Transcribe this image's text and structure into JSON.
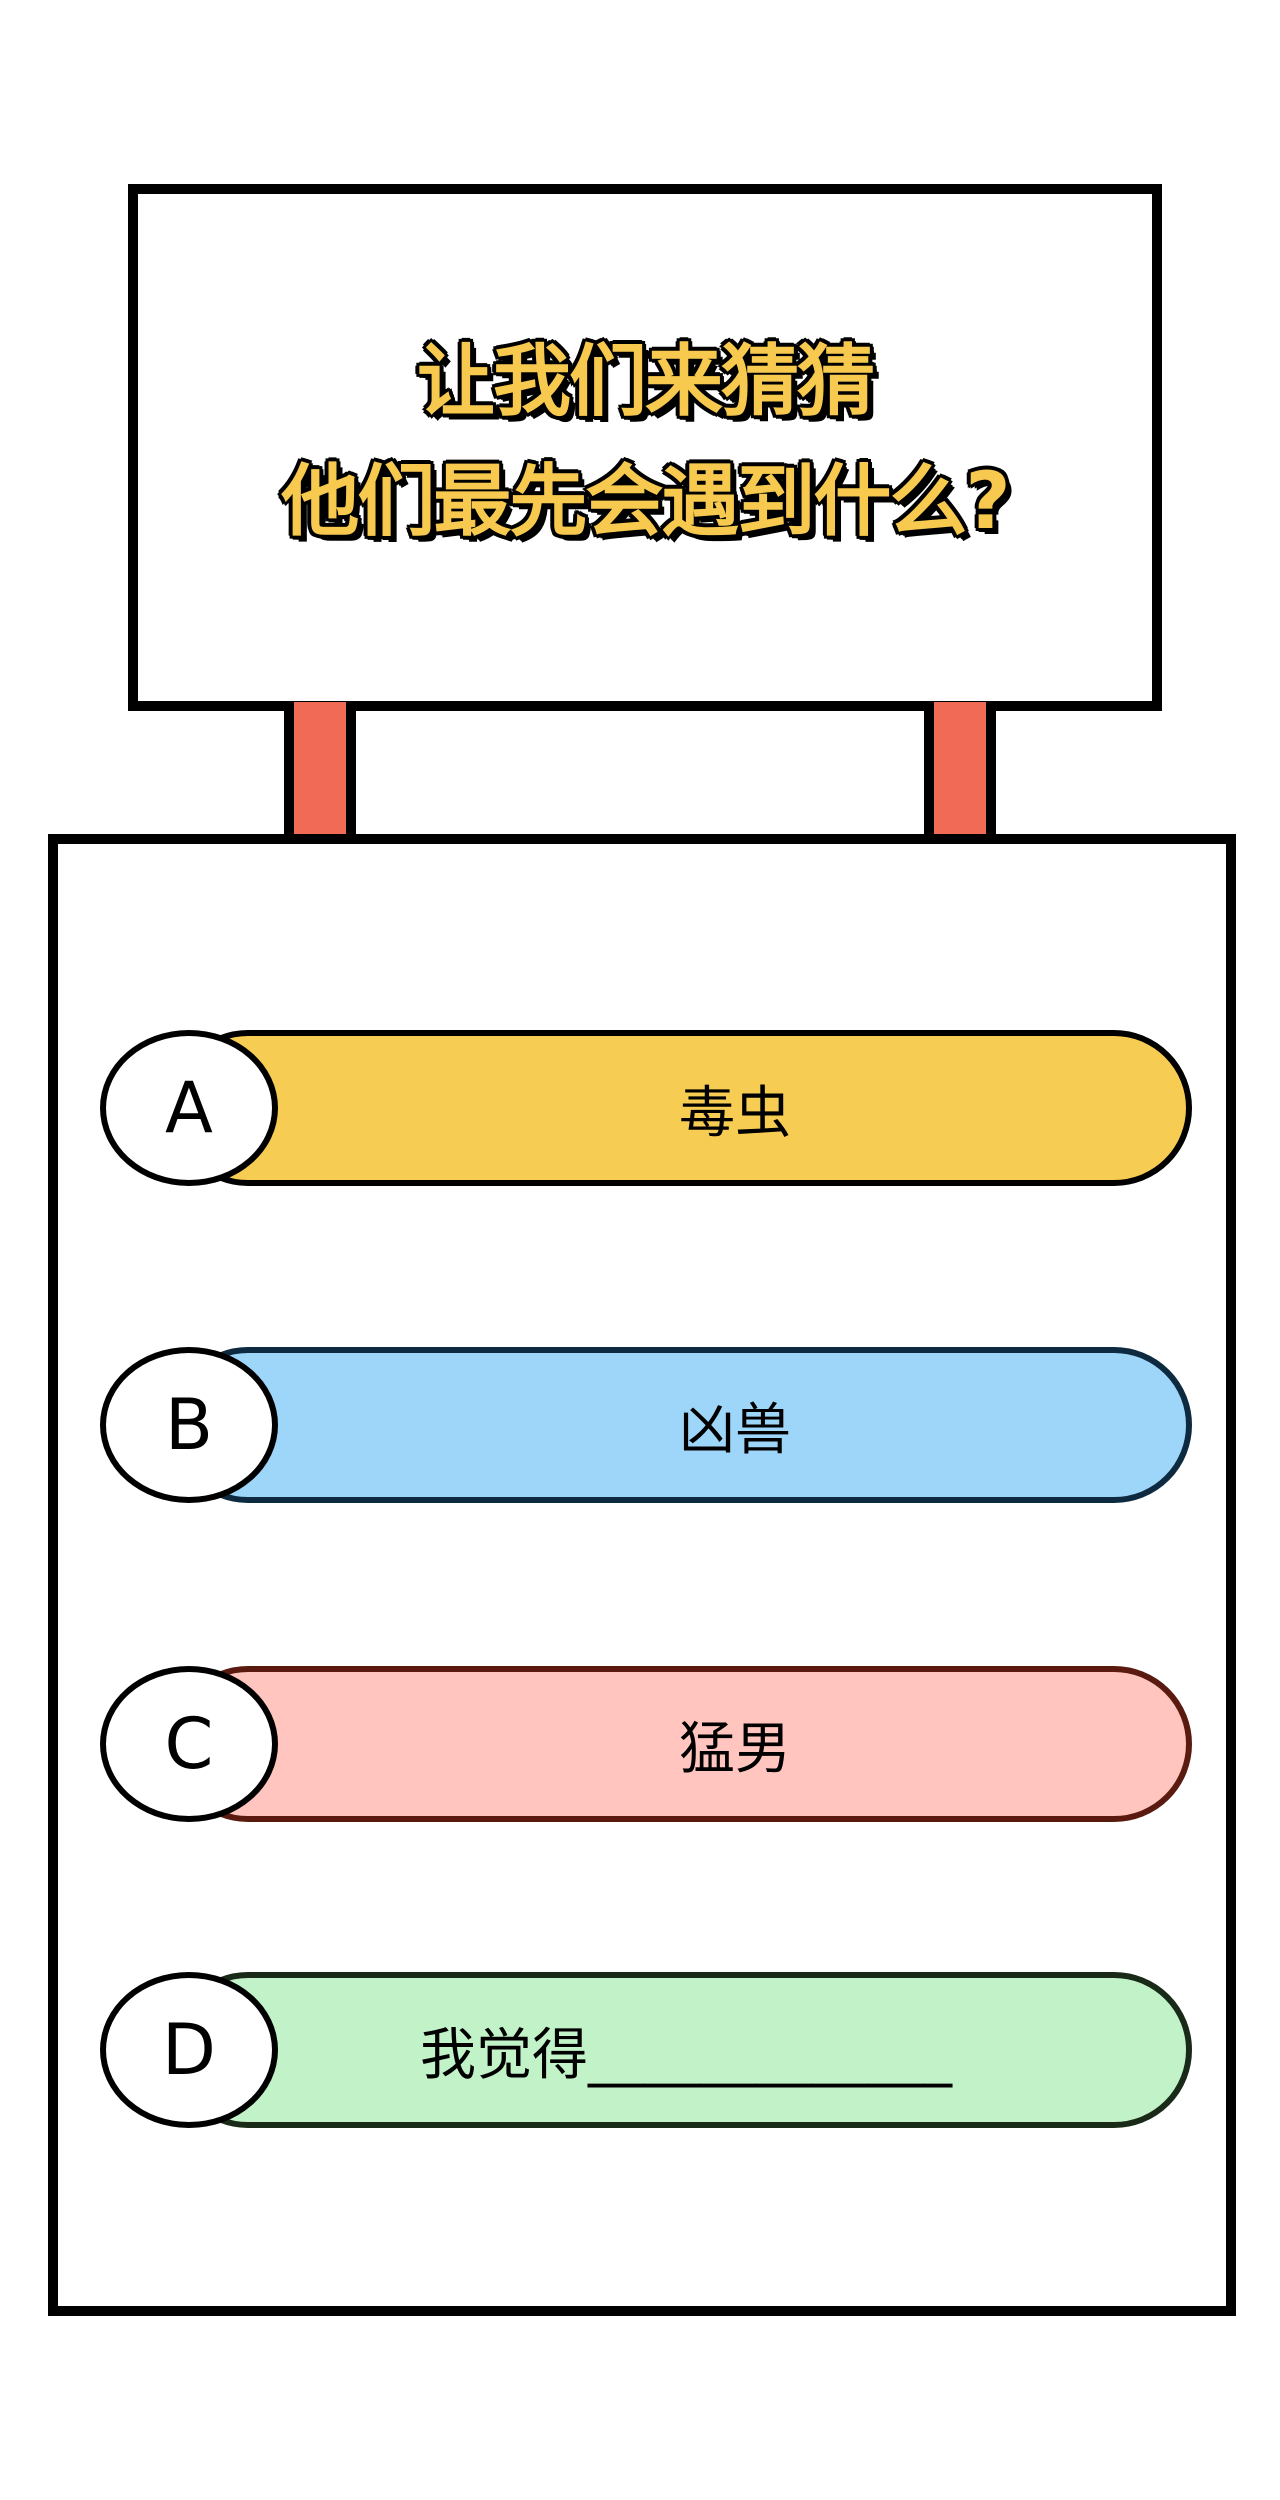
{
  "title": {
    "line1": "让我们来猜猜",
    "line2": "他们最先会遇到什么?",
    "color": "#F7C94E",
    "outline_color": "#000000"
  },
  "posts": {
    "color": "#F06A55"
  },
  "options": [
    {
      "letter": "A",
      "text": "毒虫",
      "fill": "#F7CC52",
      "border": "#000000"
    },
    {
      "letter": "B",
      "text": "凶兽",
      "fill": "#9ED6FA",
      "border": "#0E2A40"
    },
    {
      "letter": "C",
      "text": "猛男",
      "fill": "#FFC5BE",
      "border": "#5A1A10"
    },
    {
      "letter": "D",
      "text": "我觉得_____________",
      "fill": "#C2F2C8",
      "border": "#1A2A18"
    }
  ]
}
